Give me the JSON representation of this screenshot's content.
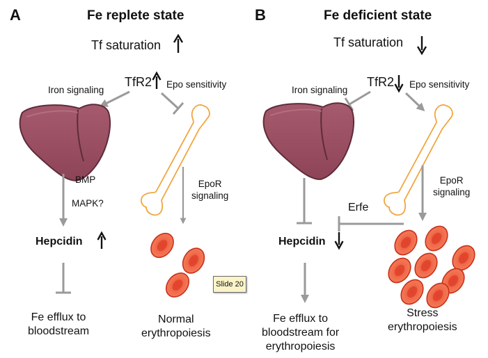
{
  "panels": {
    "a": {
      "letter": "A",
      "title": "Fe replete state",
      "tf_saturation": "Tf saturation",
      "tfr2": "TfR2",
      "iron_signaling": "Iron signaling",
      "epo_sensitivity": "Epo sensitivity",
      "bmp": "BMP",
      "mapk": "MAPK?",
      "epor_signaling": "EpoR\nsignaling",
      "hepcidin": "Hepcidin",
      "efflux": "Fe efflux to\nbloodstream",
      "erythropoiesis": "Normal\nerythropoiesis"
    },
    "b": {
      "letter": "B",
      "title": "Fe deficient state",
      "tf_saturation": "Tf saturation",
      "tfr2": "TfR2",
      "iron_signaling": "Iron signaling",
      "epo_sensitivity": "Epo sensitivity",
      "epor_signaling": "EpoR\nsignaling",
      "erfe": "Erfe",
      "hepcidin": "Hepcidin",
      "efflux": "Fe efflux to\nbloodstream for\nerythropoiesis",
      "erythropoiesis": "Stress\nerythropoiesis"
    }
  },
  "slide_badge": "Slide 20",
  "colors": {
    "liver": "#9b4f63",
    "liver_dark": "#5e2c3a",
    "bone": "#f0a640",
    "rbc": "#ef5a3c",
    "rbc_dark": "#c7311b",
    "arrow": "#9a9a9a",
    "text": "#111111"
  },
  "icons": [
    "liver-icon",
    "bone-icon",
    "red-blood-cell-icon",
    "up-arrow-icon",
    "down-arrow-icon"
  ]
}
